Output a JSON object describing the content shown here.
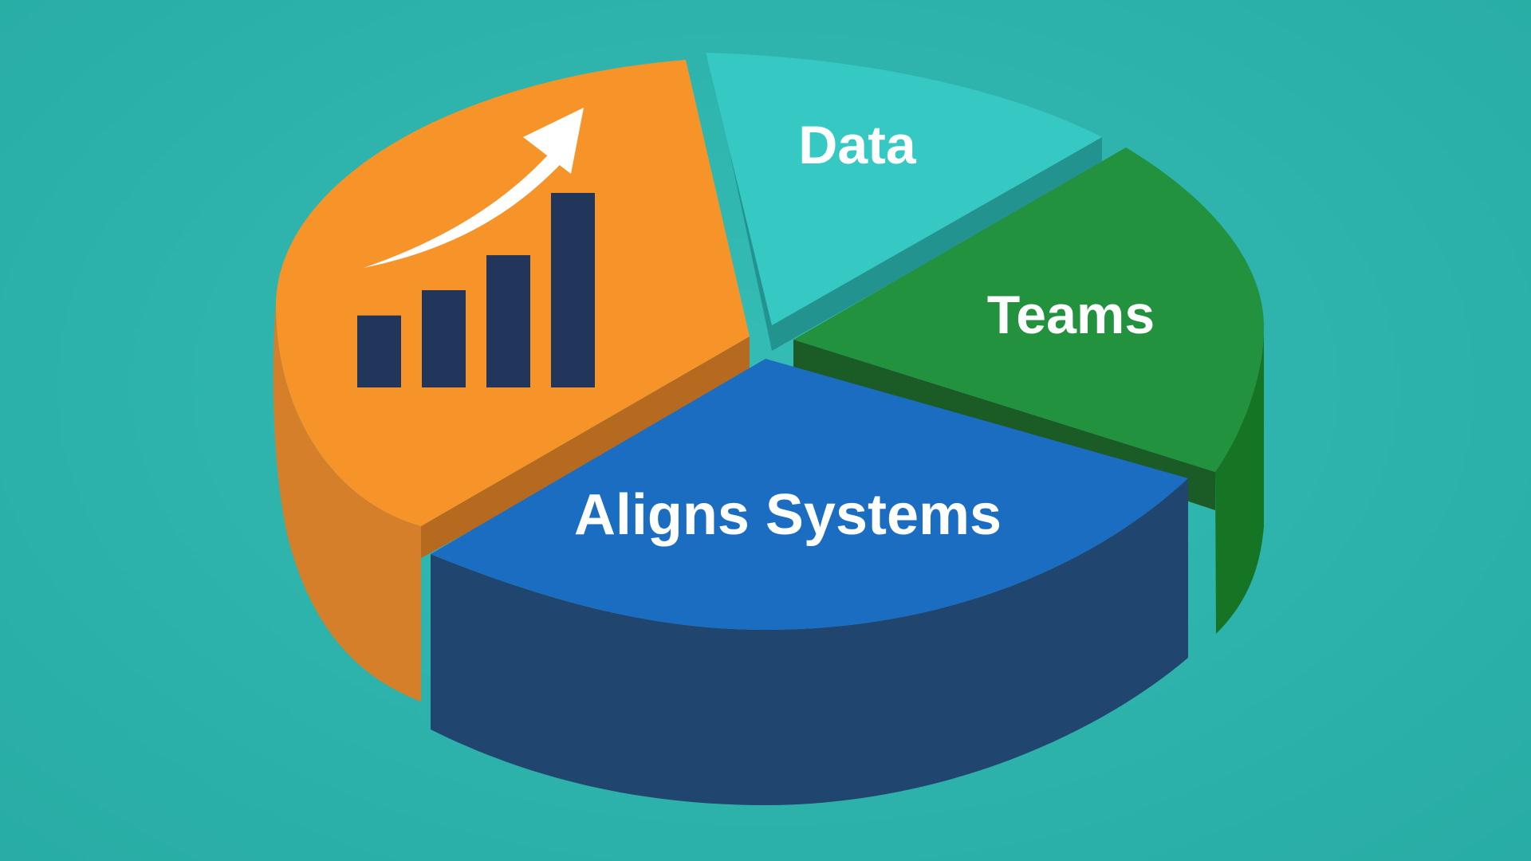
{
  "slices": {
    "data": {
      "label": "Data",
      "top": "#36c8c2",
      "side": "#23938f"
    },
    "teams": {
      "label": "Teams",
      "top": "#23923f",
      "side": "#157525",
      "edge": "#1a5b26"
    },
    "aligns": {
      "label": "Aligns Systems",
      "top": "#1b6dc2",
      "side": "#20466f"
    },
    "growth": {
      "top": "#f6942a",
      "side": "#d57f2a",
      "edge": "#b56a1f"
    }
  },
  "growth_icon": {
    "name": "bar-chart-with-rising-arrow-icon",
    "bars": [
      0.37,
      0.5,
      0.68,
      1.0
    ],
    "bar_color": "#22355a",
    "arrow_color": "#ffffff"
  }
}
